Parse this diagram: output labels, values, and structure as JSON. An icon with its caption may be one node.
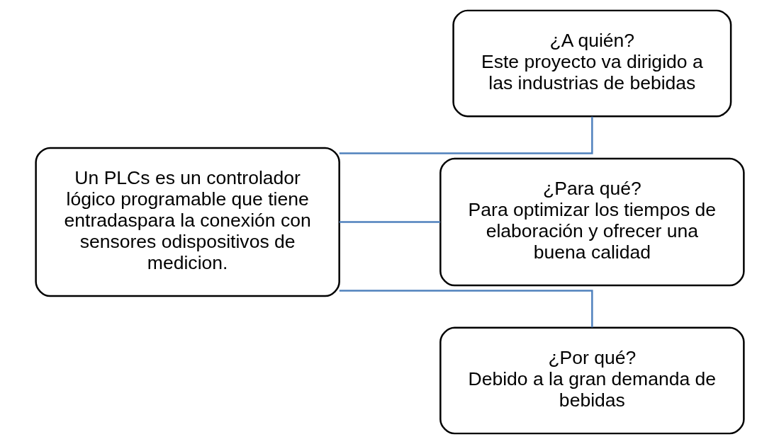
{
  "diagram": {
    "nodes": [
      {
        "text": [
          "Un PLCs es un controlador lógico programable que tiene entradaspara la conexión con sensores odispositivos de medicion."
        ]
      },
      {
        "text": [
          "¿A quién?",
          "Este proyecto va dirigido a las industrias de bebidas"
        ]
      },
      {
        "text": [
          "¿Para qué?",
          "Para optimizar los tiempos de elaboración y ofrecer una buena calidad"
        ]
      },
      {
        "text": [
          "¿Por qué?",
          "Debido a la gran demanda de bebidas"
        ]
      }
    ],
    "edges": [
      {
        "from": 0,
        "to": 1,
        "arrow": "none"
      },
      {
        "from": 0,
        "to": 2,
        "arrow": "none"
      },
      {
        "from": 0,
        "to": 3,
        "arrow": "none"
      }
    ]
  }
}
